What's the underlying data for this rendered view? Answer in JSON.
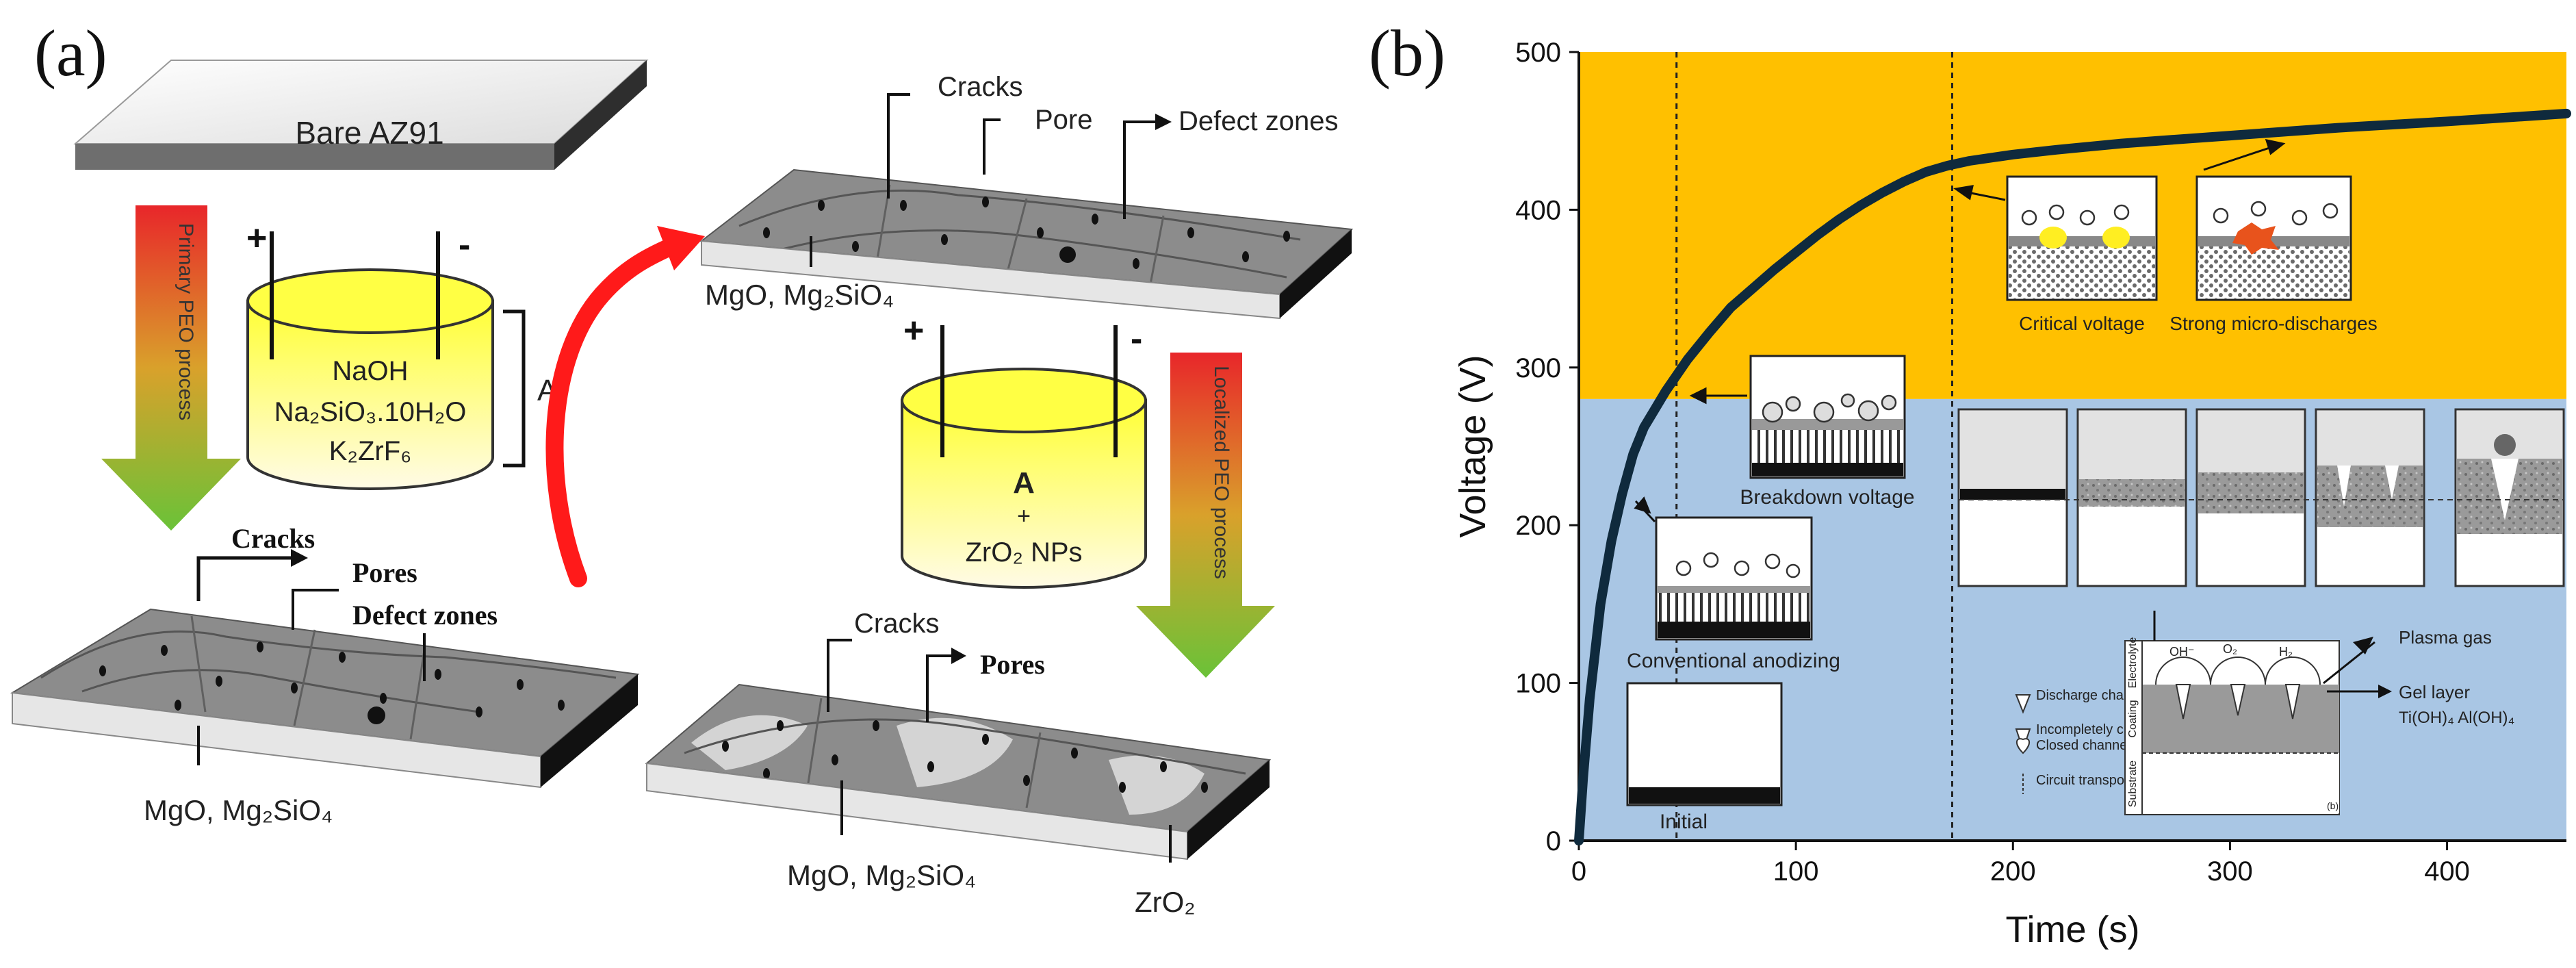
{
  "panel_a": {
    "label": "(a)",
    "bare_plate": "Bare AZ91",
    "primary_arrow": "Primary PEO process",
    "localized_arrow": "Localized PEO process",
    "plus": "+",
    "minus": "-",
    "beaker1": {
      "line1": "NaOH",
      "line2": "Na₂SiO₃.10H₂O",
      "line3": "K₂ZrF₆",
      "bracket": "A"
    },
    "beaker2": {
      "line1": "A",
      "line2": "+",
      "line3": "ZrO₂ NPs"
    },
    "coating1": {
      "cracks": "Cracks",
      "pores": "Pores",
      "defects": "Defect zones",
      "composition": "MgO, Mg₂SiO₄"
    },
    "coating2": {
      "cracks": "Cracks",
      "pore": "Pore",
      "defects": "Defect zones",
      "composition": "MgO, Mg₂SiO₄"
    },
    "coating3": {
      "cracks": "Cracks",
      "pores": "Pores",
      "composition": "MgO, Mg₂SiO₄",
      "zro2": "ZrO₂"
    },
    "colors": {
      "arrow_top": "#e8262a",
      "arrow_bottom": "#6ac238",
      "beaker_top": "#ffff33",
      "beaker_bottom": "#fffbe0",
      "curved_arrow": "#ff1a1a"
    }
  },
  "panel_b": {
    "label": "(b)",
    "chart_data": {
      "type": "line",
      "xlabel": "Time (s)",
      "ylabel": "Voltage (V)",
      "xlim": [
        0,
        455
      ],
      "ylim": [
        0,
        500
      ],
      "xticks": [
        0,
        100,
        200,
        300,
        400
      ],
      "yticks": [
        0,
        100,
        200,
        300,
        400,
        500
      ],
      "breakdown_voltage": 280,
      "vlines": [
        45,
        172
      ],
      "series": [
        {
          "x": [
            0,
            2,
            5,
            10,
            15,
            20,
            25,
            30,
            40,
            50,
            60,
            70,
            80,
            90,
            100,
            110,
            120,
            130,
            140,
            150,
            160,
            170,
            180,
            200,
            220,
            250,
            280,
            300,
            350,
            400,
            455
          ],
          "y": [
            0,
            40,
            90,
            150,
            190,
            220,
            245,
            262,
            285,
            305,
            322,
            338,
            350,
            362,
            373,
            384,
            394,
            403,
            411,
            418,
            424,
            428,
            431,
            435,
            438,
            442,
            445,
            447,
            452,
            456,
            461
          ]
        }
      ],
      "colors": {
        "upper_region": "#ffc000",
        "lower_region": "#a9c6e4",
        "curve": "#0f2a3d"
      }
    },
    "insets": {
      "critical": "Critical voltage",
      "strong": "Strong micro-discharges",
      "breakdown": "Breakdown voltage",
      "anodizing": "Conventional anodizing",
      "initial": "Initial"
    },
    "legend": {
      "discharge": "Discharge channels",
      "incomplete": "Incompletely closed channel",
      "closed": "Closed channel",
      "circuit": "Circuit transport of ions",
      "plasma": "Plasma gas",
      "gel": "Gel layer",
      "hydroxides": "Ti(OH)₄  Al(OH)₄",
      "electrolyte": "Electrolyte",
      "coating": "Coating",
      "substrate": "Substrate",
      "oh": "OH⁻",
      "o2": "O₂",
      "h2": "H₂",
      "id": "(b)"
    }
  }
}
